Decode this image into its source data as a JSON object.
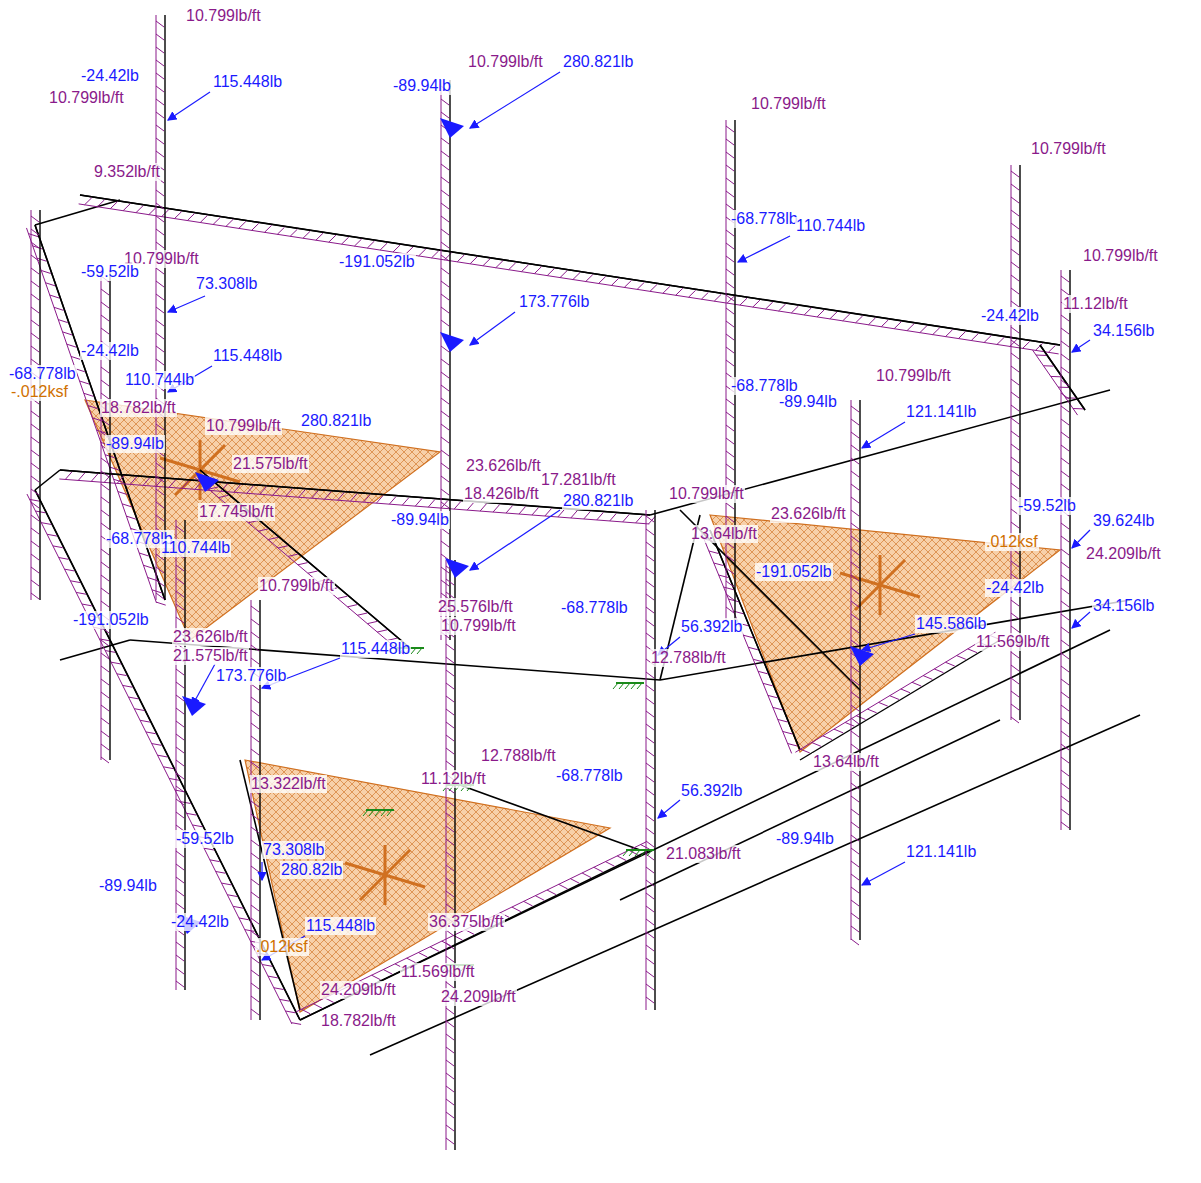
{
  "diagram": {
    "labels": [
      "10.799lb/ft",
      "-24.42lb",
      "115.448lb",
      "10.799lb/ft",
      "-89.94lb",
      "10.799lb/ft",
      "280.821lb",
      "10.799lb/ft",
      "10.799lb/ft",
      "9.352lb/ft",
      "-68.778lb",
      "110.744lb",
      "-191.052lb",
      "10.799lb/ft",
      "10.799lb/ft",
      "-59.52lb",
      "73.308lb",
      "173.776lb",
      "-24.42lb",
      "11.12lb/ft",
      "34.156lb",
      "-24.42lb",
      "115.448lb",
      "-68.778lb",
      "110.744lb",
      "-.012ksf",
      "-68.778lb",
      "10.799lb/ft",
      "-89.94lb",
      "121.141lb",
      "18.782lb/ft",
      "10.799lb/ft",
      "280.821lb",
      "-89.94lb",
      "21.575lb/ft",
      "23.626lb/ft",
      "17.281lb/ft",
      "18.426lb/ft",
      "280.821lb",
      "-89.94lb",
      "17.745lb/ft",
      "10.799lb/ft",
      "23.626lb/ft",
      "-59.52lb",
      "39.624lb",
      "-68.778lb",
      "110.744lb",
      "13.64lb/ft",
      ".012ksf",
      "24.209lb/ft",
      "-191.052lb",
      "-24.42lb",
      "34.156lb",
      "10.799lb/ft",
      "25.576lb/ft",
      "10.799lb/ft",
      "-68.778lb",
      "-191.052lb",
      "56.392lb",
      "145.586lb",
      "11.569lb/ft",
      "23.626lb/ft",
      "21.575lb/ft",
      "115.448lb",
      "173.776lb",
      "12.788lb/ft",
      "13.64lb/ft",
      "12.788lb/ft",
      "11.12lb/ft",
      "-68.778lb",
      "56.392lb",
      "13.322lb/ft",
      "-59.52lb",
      "-89.94lb",
      "21.083lb/ft",
      "121.141lb",
      "73.308lb",
      "280.82lb",
      "-89.94lb",
      "-24.42lb",
      "115.448lb",
      "36.375lb/ft",
      ".012ksf",
      "11.569lb/ft",
      "24.209lb/ft",
      "24.209lb/ft",
      "18.782lb/ft"
    ]
  }
}
